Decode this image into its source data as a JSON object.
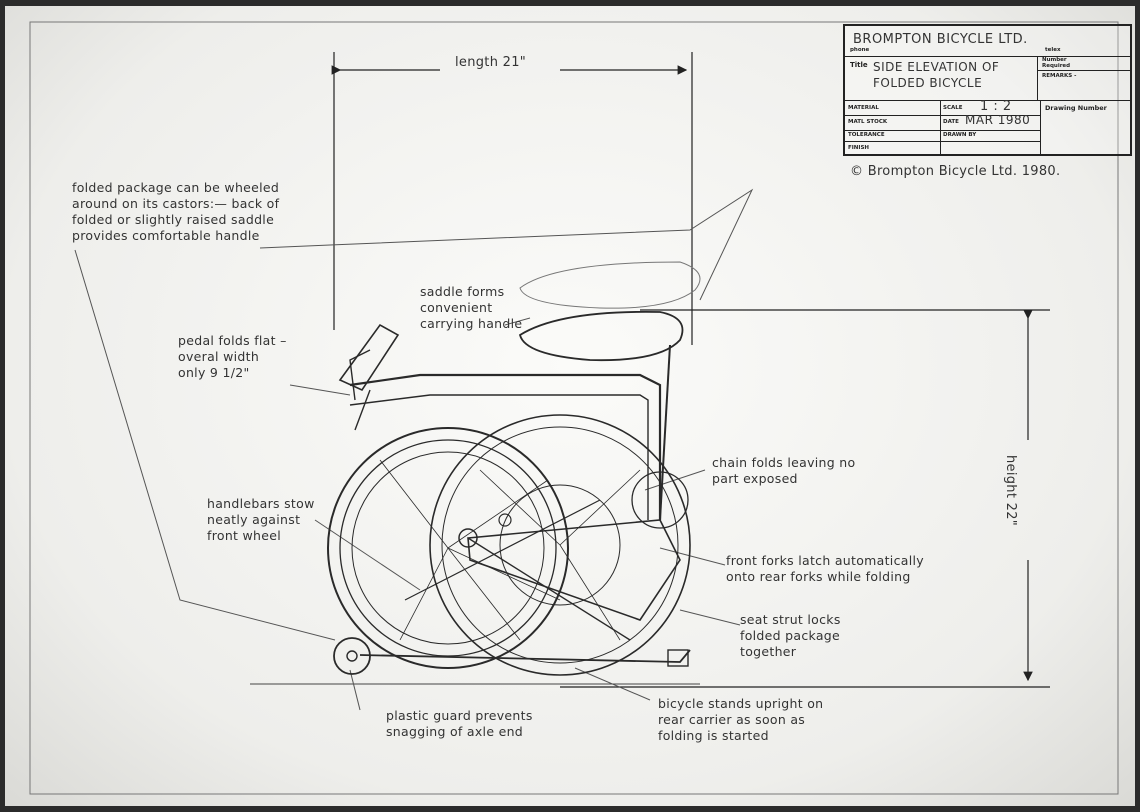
{
  "title_block": {
    "company": "BROMPTON BICYCLE  LTD.",
    "phone_label": "phone",
    "telex_label": "telex",
    "title_label": "Title",
    "title_line1": "SIDE ELEVATION  OF",
    "title_line2": "FOLDED BICYCLE",
    "number_required_label_1": "Number",
    "number_required_label_2": "Required",
    "remarks_label": "REMARKS -",
    "material_label": "MATERIAL",
    "matl_stock_label": "MATL STOCK",
    "tolerance_label": "TOLERANCE",
    "finish_label": "FINISH",
    "scale_label": "SCALE",
    "scale_value": "1 : 2",
    "date_label": "DATE",
    "date_value": "MAR 1980",
    "drawn_by_label": "DRAWN BY",
    "drawing_number_label": "Drawing Number"
  },
  "copyright": "© Brompton Bicycle Ltd. 1980.",
  "dimensions": {
    "length": "length  21\"",
    "height": "height  22\""
  },
  "notes": {
    "castors": [
      "folded package can be wheeled",
      "around on its castors:— back of",
      "folded or slightly raised  saddle",
      "provides comfortable handle"
    ],
    "saddle": [
      "saddle forms",
      "convenient",
      "carrying handle"
    ],
    "pedal": [
      "pedal folds flat –",
      "overal width",
      "only 9 1/2\""
    ],
    "chain": [
      "chain folds leaving no",
      "part exposed"
    ],
    "handlebars": [
      "handlebars  stow",
      "neatly against",
      "front  wheel"
    ],
    "forks": [
      "front forks latch automatically",
      "onto rear forks while folding"
    ],
    "strut": [
      "seat strut  locks",
      "folded package",
      "together"
    ],
    "guard": [
      "plastic guard prevents",
      "snagging of axle end"
    ],
    "stands": [
      "bicycle stands upright on",
      "rear carrier as soon as",
      "folding is started"
    ]
  }
}
